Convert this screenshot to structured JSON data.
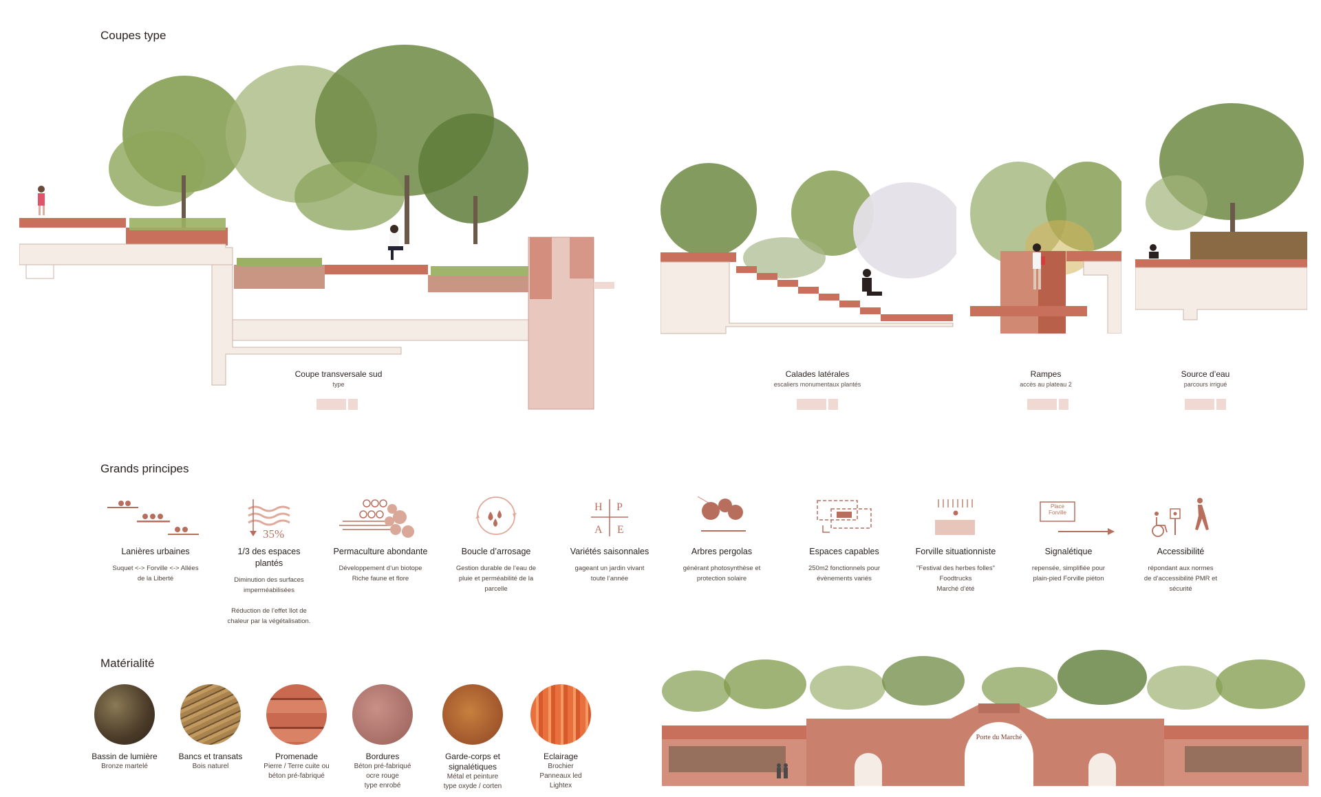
{
  "sections": {
    "coupes_title": "Coupes type",
    "principes_title": "Grands principes",
    "materialite_title": "Matérialité"
  },
  "coupes": [
    {
      "title": "Coupe transversale sud",
      "subtitle": "type"
    },
    {
      "title": "Calades latérales",
      "subtitle": "escaliers monumentaux plantés"
    },
    {
      "title": "Rampes",
      "subtitle": "accès au plateau 2"
    },
    {
      "title": "Source d’eau",
      "subtitle": "parcours irrigué"
    }
  ],
  "principes": [
    {
      "title": "Lanières urbaines",
      "desc": "Suquet <-> Forville <-> Allées\nde la Liberté",
      "icon": "strips-icon"
    },
    {
      "title": "1/3 des espaces\nplantés",
      "desc": "Diminution des surfaces\nimperméabilisées\n\nRéduction de l’effet îlot de\nchaleur par la végétalisation.",
      "icon": "percent-35-icon",
      "icon_text": "35%"
    },
    {
      "title": "Permaculture abondante",
      "desc": "Développement d’un biotope\nRiche faune et flore",
      "icon": "permaculture-icon"
    },
    {
      "title": "Boucle d’arrosage",
      "desc": "Gestion durable de l’eau de\npluie et perméabilité de la\nparcelle",
      "icon": "water-loop-icon"
    },
    {
      "title": "Variétés saisonnales",
      "desc": "gageant un jardin vivant\ntoute l’année",
      "icon": "seasons-icon",
      "icon_letters": [
        "H",
        "P",
        "A",
        "E"
      ]
    },
    {
      "title": "Arbres pergolas",
      "desc": "générant photosynthèse et\nprotection solaire",
      "icon": "pergola-trees-icon"
    },
    {
      "title": "Espaces capables",
      "desc": "250m2 fonctionnels pour\névènements variés",
      "icon": "capable-spaces-icon"
    },
    {
      "title": "Forville situationniste",
      "desc": "\"Festival des herbes folles\"\nFoodtrucks\nMarché d’été",
      "icon": "market-icon"
    },
    {
      "title": "Signalétique",
      "desc": "repensée, simplifiée pour\nplain-pied Forville piéton",
      "icon": "signage-icon",
      "icon_text": "Place\nForville"
    },
    {
      "title": "Accessibilité",
      "desc": "répondant aux normes\nde d’accessibilité PMR et\nsécurité",
      "icon": "accessibility-icon"
    }
  ],
  "materiaux": [
    {
      "title": "Bassin de lumière",
      "desc": "Bronze martelé",
      "color": "#5a4a32"
    },
    {
      "title": "Bancs et transats",
      "desc": "Bois naturel",
      "color": "#8a6a3e"
    },
    {
      "title": "Promenade",
      "desc": "Pierre / Terre cuite ou\nbéton pré-fabriqué",
      "color": "#c0614a"
    },
    {
      "title": "Bordures",
      "desc": "Béton pré-fabriqué\nocre rouge\ntype enrobé",
      "color": "#b98078"
    },
    {
      "title": "Garde-corps et\nsignalétiques",
      "desc": "Métal et peinture\ntype oxyde / corten",
      "color": "#b4663a"
    },
    {
      "title": "Eclairage",
      "desc": "Brochier\nPanneaux led\nLightex",
      "color": "#e0683a"
    }
  ],
  "facade_sign": "Porte du Marché",
  "colors": {
    "accent": "#b86e5c",
    "accent_light": "#f1d9d3",
    "brick": "#c9705c",
    "foliage": "#7f9a4a"
  }
}
